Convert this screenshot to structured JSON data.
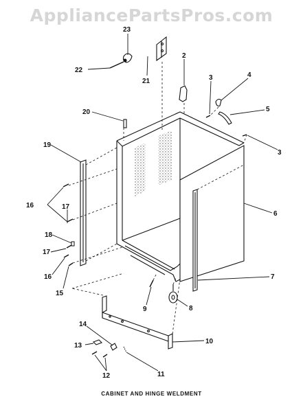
{
  "watermark": "AppliancePartsPros.com",
  "caption": "CABINET AND HINGE WELDMENT",
  "callouts": [
    "2",
    "3",
    "3",
    "4",
    "5",
    "6",
    "7",
    "8",
    "9",
    "10",
    "11",
    "12",
    "13",
    "14",
    "15",
    "16",
    "16",
    "17",
    "17",
    "18",
    "19",
    "20",
    "21",
    "22",
    "23"
  ]
}
